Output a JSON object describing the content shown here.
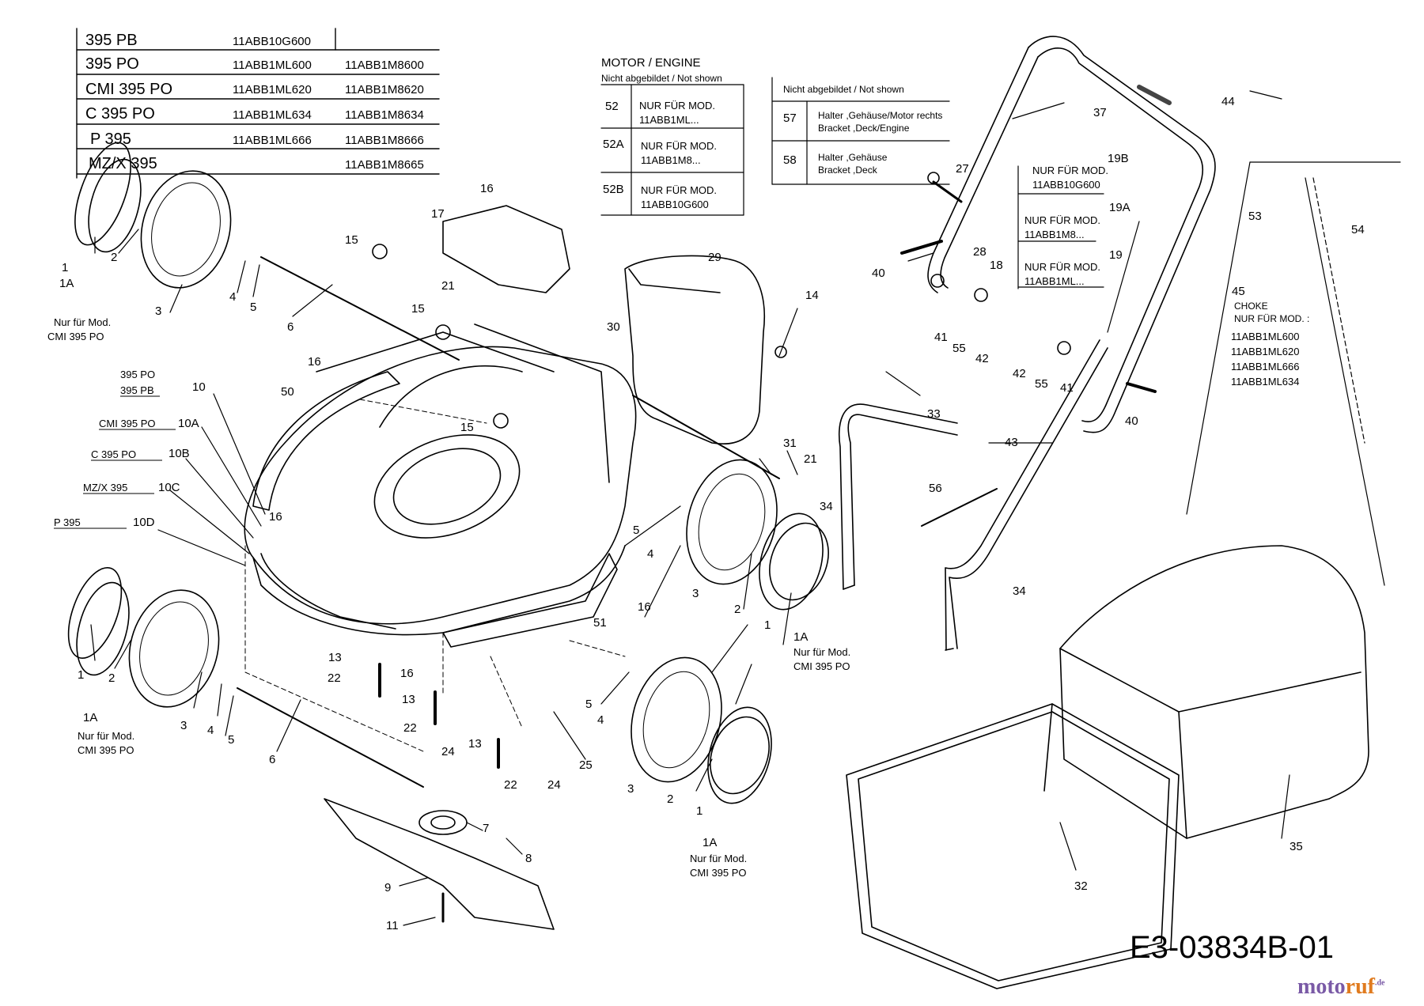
{
  "model_table": {
    "rows": [
      {
        "model": "395 PB",
        "part_a": "11ABB10G600",
        "part_b": ""
      },
      {
        "model": "395 PO",
        "part_a": "11ABB1ML600",
        "part_b": "11ABB1M8600"
      },
      {
        "model": "CMI 395 PO",
        "part_a": "11ABB1ML620",
        "part_b": "11ABB1M8620"
      },
      {
        "model": "C 395 PO",
        "part_a": "11ABB1ML634",
        "part_b": "11ABB1M8634"
      },
      {
        "model": "P 395",
        "part_a": "11ABB1ML666",
        "part_b": "11ABB1M8666"
      },
      {
        "model": "MZ/X 395",
        "part_a": "",
        "part_b": "11ABB1M8665"
      }
    ]
  },
  "motor_table": {
    "title": "MOTOR / ENGINE",
    "subtitle": "Nicht abgebildet / Not shown",
    "rows": [
      {
        "num": "52",
        "line1": "NUR FÜR MOD.",
        "line2": "11ABB1ML..."
      },
      {
        "num": "52A",
        "line1": "NUR FÜR MOD.",
        "line2": "11ABB1M8..."
      },
      {
        "num": "52B",
        "line1": "NUR FÜR MOD.",
        "line2": "11ABB10G600"
      }
    ]
  },
  "bracket_table": {
    "subtitle": "Nicht abgebildet / Not shown",
    "rows": [
      {
        "num": "57",
        "line1": "Halter ,Gehäuse/Motor rechts",
        "line2": "Bracket ,Deck/Engine"
      },
      {
        "num": "58",
        "line1": "Halter ,Gehäuse",
        "line2": "Bracket ,Deck"
      }
    ]
  },
  "cable_notes": [
    {
      "id": "19B",
      "line1": "NUR FÜR MOD.",
      "line2": "11ABB10G600"
    },
    {
      "id": "19A",
      "line1": "NUR FÜR MOD.",
      "line2": "11ABB1M8..."
    },
    {
      "id": "19",
      "line1": "NUR FÜR MOD.",
      "line2": "11ABB1ML..."
    }
  ],
  "choke_note": {
    "title": "CHOKE",
    "line": "NUR FÜR MOD. :",
    "models": [
      "11ABB1ML600",
      "11ABB1ML620",
      "11ABB1ML666",
      "11ABB1ML634"
    ]
  },
  "deck_variants": [
    {
      "model": "395 PO",
      "part": ""
    },
    {
      "model": "395 PB",
      "part": "10"
    },
    {
      "model": "CMI 395 PO",
      "part": "10A"
    },
    {
      "model": "C 395 PO",
      "part": "10B"
    },
    {
      "model": "MZ/X 395",
      "part": "10C"
    },
    {
      "model": "P 395",
      "part": "10D"
    }
  ],
  "wheel_note": {
    "part": "1A",
    "line1": "Nur für Mod.",
    "line2": "CMI 395 PO"
  },
  "part_labels": {
    "l1": "1",
    "l2": "2",
    "l3": "3",
    "l4": "4",
    "l5": "5",
    "l6": "6",
    "l7": "7",
    "l8": "8",
    "l9": "9",
    "l11": "11",
    "l13": "13",
    "l14": "14",
    "l15": "15",
    "l16": "16",
    "l17": "17",
    "l18": "18",
    "l21": "21",
    "l22": "22",
    "l24": "24",
    "l25": "25",
    "l27": "27",
    "l28": "28",
    "l29": "29",
    "l30": "30",
    "l31": "31",
    "l32": "32",
    "l33": "33",
    "l34": "34",
    "l35": "35",
    "l37": "37",
    "l40": "40",
    "l41": "41",
    "l42": "42",
    "l43": "43",
    "l44": "44",
    "l45": "45",
    "l50": "50",
    "l51": "51",
    "l53": "53",
    "l54": "54",
    "l55": "55",
    "l56": "56"
  },
  "diagram_code": "E3-03834B-01",
  "brand": {
    "part1": "moto",
    "part2": "ruf",
    "suffix": ".de"
  }
}
